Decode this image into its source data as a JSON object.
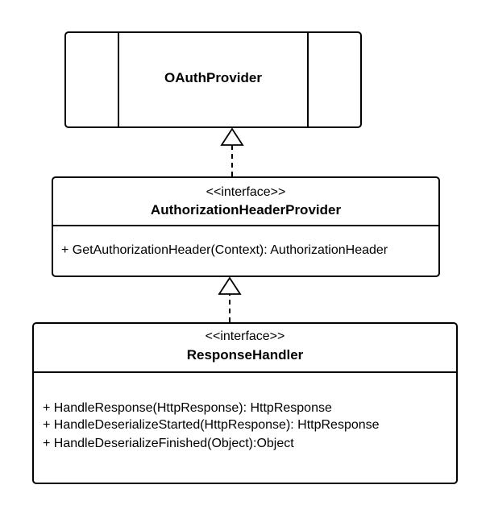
{
  "diagram": {
    "oauth_provider": {
      "name": "OAuthProvider"
    },
    "authorization_header_provider": {
      "stereotype": "<<interface>>",
      "name": "AuthorizationHeaderProvider",
      "members": [
        "+ GetAuthorizationHeader(Context): AuthorizationHeader"
      ]
    },
    "response_handler": {
      "stereotype": "<<interface>>",
      "name": "ResponseHandler",
      "members": [
        "+ HandleResponse(HttpResponse): HttpResponse",
        "+ HandleDeserializeStarted(HttpResponse): HttpResponse",
        "+ HandleDeserializeFinished(Object):Object"
      ]
    },
    "relations": [
      {
        "from": "AuthorizationHeaderProvider",
        "to": "OAuthProvider",
        "type": "realization"
      },
      {
        "from": "ResponseHandler",
        "to": "AuthorizationHeaderProvider",
        "type": "realization"
      }
    ]
  }
}
